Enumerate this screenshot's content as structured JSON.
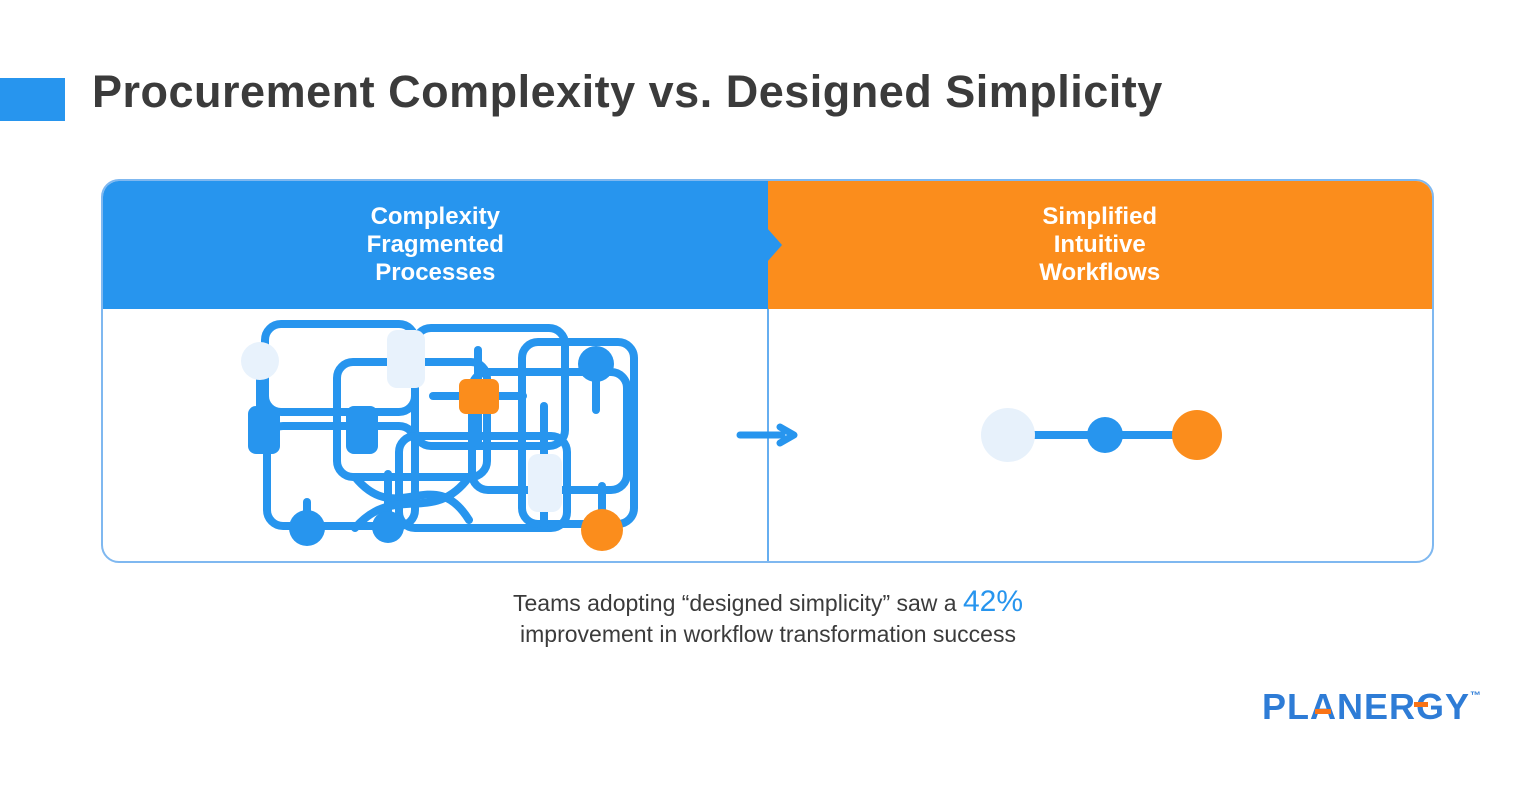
{
  "title": {
    "text": "Procurement Complexity vs. Designed Simplicity"
  },
  "comparison": {
    "left_header": {
      "lines": [
        "Complexity",
        "Fragmented",
        "Processes"
      ]
    },
    "right_header": {
      "lines": [
        "Simplified",
        "Intuitive",
        "Workflows"
      ]
    }
  },
  "caption": {
    "prefix": "Teams adopting “designed simplicity” saw a ",
    "stat": "42%",
    "line2": "improvement in workflow transformation success"
  },
  "logo": {
    "text": "PLANERGY",
    "tm": "™"
  },
  "icons": {
    "arrow_right": "→",
    "divider_chevron": "▶"
  },
  "colors": {
    "primary_blue": "#2795EE",
    "accent_orange": "#FB8D1C",
    "light_node_fill": "#E8F2FC",
    "dark_text": "#3B3B3B",
    "panel_border": "#7FB8F0",
    "logo_blue": "#2E7CD6",
    "logo_accent_orange": "#F97316"
  }
}
